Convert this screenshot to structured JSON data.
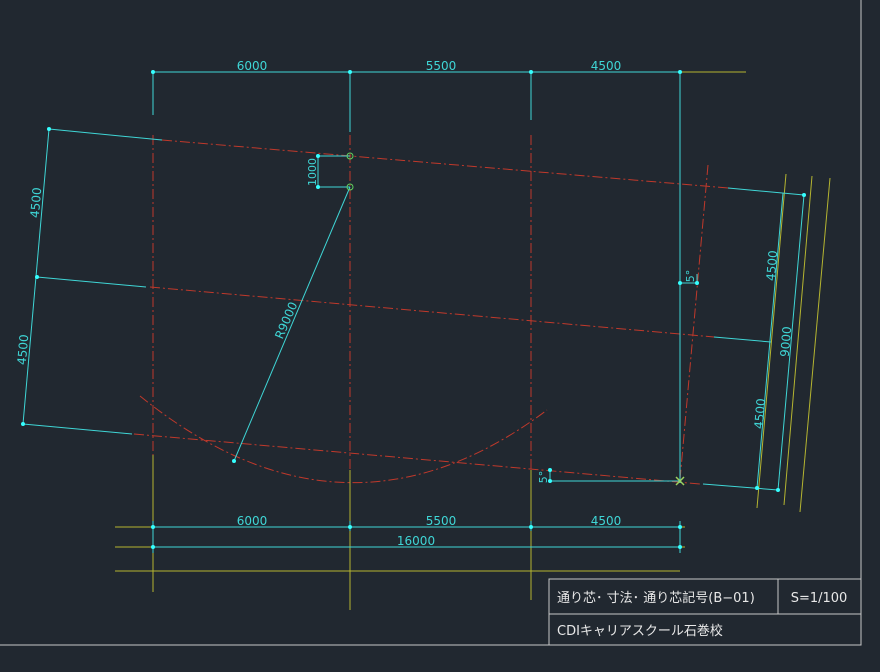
{
  "colors": {
    "background": "#212830",
    "frame": "#c8c8c8",
    "cyan": "#3fd6d6",
    "red": "#c0392b",
    "yellow": "#b5b530",
    "green": "#5fd35f",
    "grip": "#35ffff",
    "text": "#3fd6d6",
    "title_text": "#e8e8e8"
  },
  "dimensions": {
    "top_1": "6000",
    "top_2": "5500",
    "top_3": "4500",
    "bottom_1": "6000",
    "bottom_2": "5500",
    "bottom_3": "4500",
    "bottom_total": "16000",
    "left_upper": "4500",
    "left_lower": "4500",
    "right_upper": "4500",
    "right_lower": "4500",
    "right_total": "9000",
    "offset_1000": "1000",
    "radius": "R9000",
    "angle_upper": "5°",
    "angle_lower": "5°"
  },
  "title_block": {
    "drawing_title": "通り芯･ 寸法･ 通り芯記号(B−01)",
    "scale": "S=1/100",
    "organization": "CDIキャリアスクール石巻校"
  }
}
